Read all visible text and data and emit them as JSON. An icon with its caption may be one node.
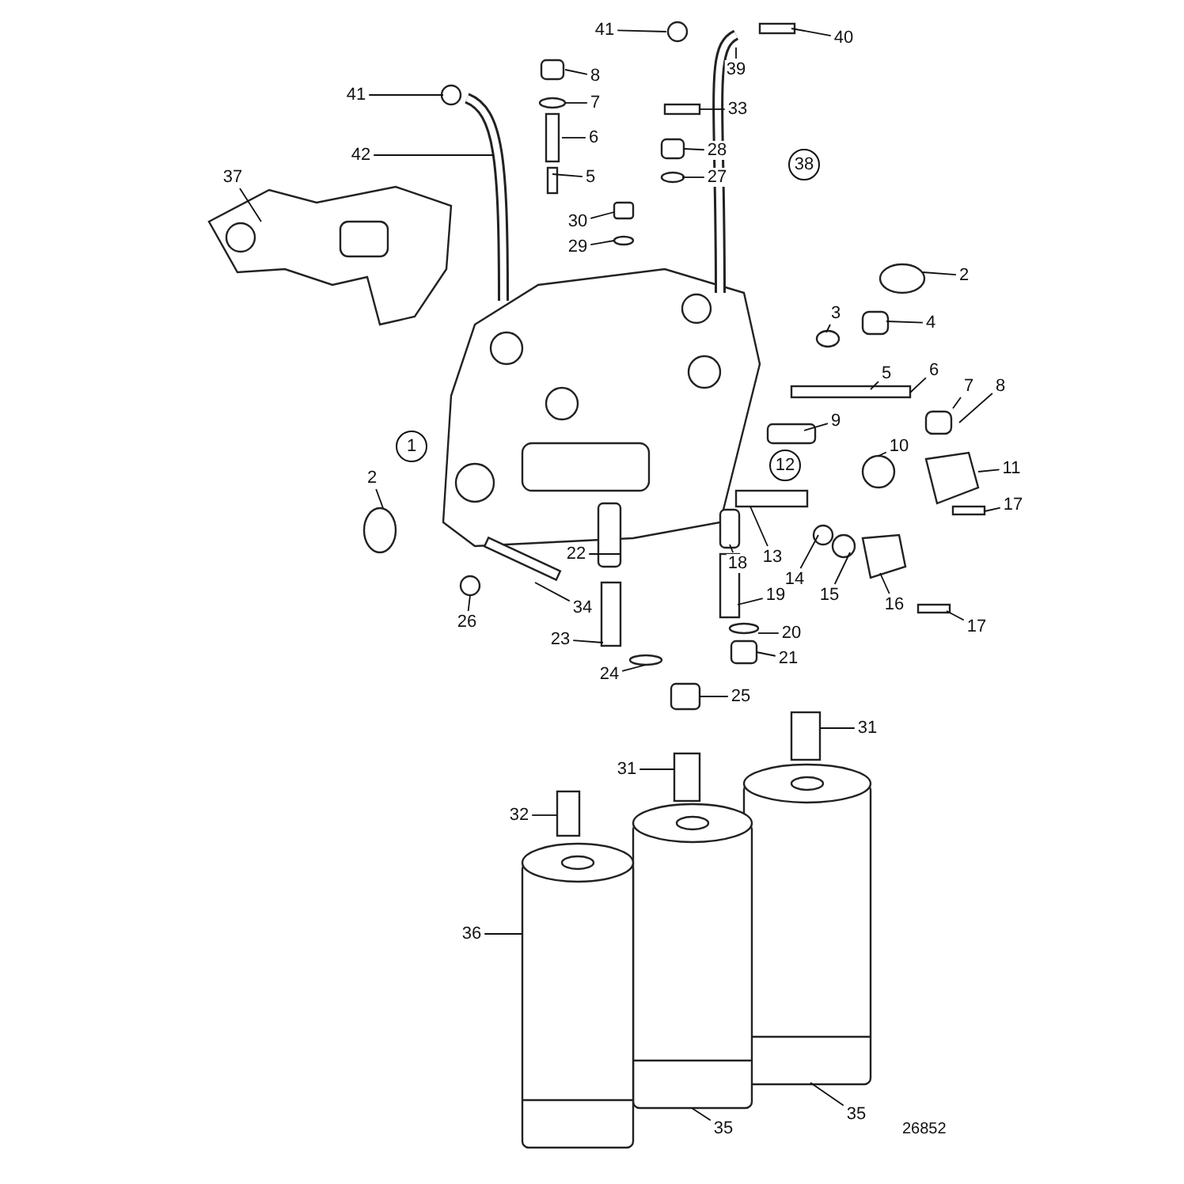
{
  "diagram": {
    "nodes": [
      {
        "text": [
          "41"
        ]
      },
      {
        "text": [
          "40"
        ]
      },
      {
        "text": [
          "39"
        ]
      },
      {
        "text": [
          "8"
        ]
      },
      {
        "text": [
          "7"
        ]
      },
      {
        "text": [
          "41"
        ]
      },
      {
        "text": [
          "6"
        ]
      },
      {
        "text": [
          "33"
        ]
      },
      {
        "text": [
          "42"
        ]
      },
      {
        "text": [
          "28"
        ]
      },
      {
        "text": [
          "38"
        ]
      },
      {
        "text": [
          "27"
        ]
      },
      {
        "text": [
          "5"
        ]
      },
      {
        "text": [
          "37"
        ]
      },
      {
        "text": [
          "30"
        ]
      },
      {
        "text": [
          "29"
        ]
      },
      {
        "text": [
          "2"
        ]
      },
      {
        "text": [
          "3"
        ]
      },
      {
        "text": [
          "4"
        ]
      },
      {
        "text": [
          "5"
        ]
      },
      {
        "text": [
          "6"
        ]
      },
      {
        "text": [
          "7"
        ]
      },
      {
        "text": [
          "8"
        ]
      },
      {
        "text": [
          "9"
        ]
      },
      {
        "text": [
          "1"
        ]
      },
      {
        "text": [
          "10"
        ]
      },
      {
        "text": [
          "11"
        ]
      },
      {
        "text": [
          "12"
        ]
      },
      {
        "text": [
          "2"
        ]
      },
      {
        "text": [
          "17"
        ]
      },
      {
        "text": [
          "13"
        ]
      },
      {
        "text": [
          "14"
        ]
      },
      {
        "text": [
          "22"
        ]
      },
      {
        "text": [
          "18"
        ]
      },
      {
        "text": [
          "15"
        ]
      },
      {
        "text": [
          "16"
        ]
      },
      {
        "text": [
          "17"
        ]
      },
      {
        "text": [
          "19"
        ]
      },
      {
        "text": [
          "26"
        ]
      },
      {
        "text": [
          "34"
        ]
      },
      {
        "text": [
          "20"
        ]
      },
      {
        "text": [
          "23"
        ]
      },
      {
        "text": [
          "21"
        ]
      },
      {
        "text": [
          "24"
        ]
      },
      {
        "text": [
          "25"
        ]
      },
      {
        "text": [
          "31"
        ]
      },
      {
        "text": [
          "31"
        ]
      },
      {
        "text": [
          "32"
        ]
      },
      {
        "text": [
          "36"
        ]
      },
      {
        "text": [
          "35"
        ]
      },
      {
        "text": [
          "35"
        ]
      }
    ],
    "edges": [
      {
        "from": 0,
        "to": null,
        "arrow": "none"
      },
      {
        "from": 1,
        "to": null,
        "arrow": "none"
      },
      {
        "from": 2,
        "to": null,
        "arrow": "none"
      },
      {
        "from": 3,
        "to": null,
        "arrow": "none"
      },
      {
        "from": 4,
        "to": null,
        "arrow": "none"
      },
      {
        "from": 5,
        "to": null,
        "arrow": "none"
      },
      {
        "from": 6,
        "to": null,
        "arrow": "none"
      },
      {
        "from": 7,
        "to": null,
        "arrow": "none"
      },
      {
        "from": 8,
        "to": null,
        "arrow": "none"
      },
      {
        "from": 9,
        "to": null,
        "arrow": "none"
      },
      {
        "from": 11,
        "to": null,
        "arrow": "none"
      },
      {
        "from": 12,
        "to": null,
        "arrow": "none"
      },
      {
        "from": 13,
        "to": null,
        "arrow": "none"
      },
      {
        "from": 14,
        "to": null,
        "arrow": "none"
      },
      {
        "from": 15,
        "to": null,
        "arrow": "none"
      },
      {
        "from": 16,
        "to": null,
        "arrow": "none"
      },
      {
        "from": 17,
        "to": null,
        "arrow": "none"
      },
      {
        "from": 18,
        "to": null,
        "arrow": "none"
      },
      {
        "from": 19,
        "to": null,
        "arrow": "none"
      },
      {
        "from": 20,
        "to": null,
        "arrow": "none"
      },
      {
        "from": 21,
        "to": null,
        "arrow": "none"
      },
      {
        "from": 22,
        "to": null,
        "arrow": "none"
      },
      {
        "from": 23,
        "to": null,
        "arrow": "none"
      },
      {
        "from": 25,
        "to": null,
        "arrow": "none"
      },
      {
        "from": 26,
        "to": null,
        "arrow": "none"
      },
      {
        "from": 28,
        "to": null,
        "arrow": "none"
      },
      {
        "from": 29,
        "to": null,
        "arrow": "none"
      },
      {
        "from": 30,
        "to": null,
        "arrow": "none"
      },
      {
        "from": 31,
        "to": null,
        "arrow": "none"
      },
      {
        "from": 32,
        "to": null,
        "arrow": "none"
      },
      {
        "from": 33,
        "to": null,
        "arrow": "none"
      },
      {
        "from": 34,
        "to": null,
        "arrow": "none"
      },
      {
        "from": 35,
        "to": null,
        "arrow": "none"
      },
      {
        "from": 36,
        "to": null,
        "arrow": "none"
      },
      {
        "from": 37,
        "to": null,
        "arrow": "none"
      },
      {
        "from": 38,
        "to": null,
        "arrow": "none"
      },
      {
        "from": 39,
        "to": null,
        "arrow": "none"
      },
      {
        "from": 40,
        "to": null,
        "arrow": "none"
      },
      {
        "from": 41,
        "to": null,
        "arrow": "none"
      },
      {
        "from": 42,
        "to": null,
        "arrow": "none"
      },
      {
        "from": 43,
        "to": null,
        "arrow": "none"
      },
      {
        "from": 44,
        "to": null,
        "arrow": "none"
      },
      {
        "from": 45,
        "to": null,
        "arrow": "none"
      },
      {
        "from": 46,
        "to": null,
        "arrow": "none"
      },
      {
        "from": 47,
        "to": null,
        "arrow": "none"
      },
      {
        "from": 48,
        "to": null,
        "arrow": "none"
      },
      {
        "from": 49,
        "to": null,
        "arrow": "none"
      },
      {
        "from": 50,
        "to": null,
        "arrow": "none"
      }
    ],
    "labels": [
      "26852"
    ]
  }
}
